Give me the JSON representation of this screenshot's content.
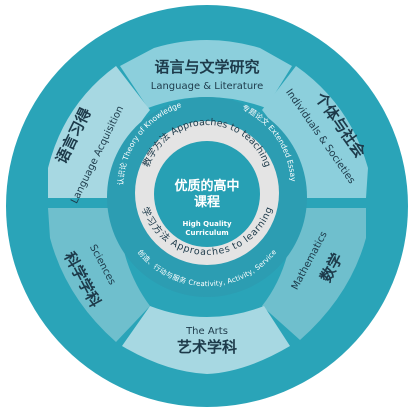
{
  "center": {
    "title_cn": "优质的高中课程",
    "title_en": "High Quality Curriculum"
  },
  "middle_ring": {
    "approaches_to_teaching": "教学方法 Approaches to teaching",
    "approaches_to_learning": "学习方法 Approaches to learning"
  },
  "core_ring": {
    "theory_of_knowledge": "认识论 Theory of Knowledge",
    "extended_essay": "专题论文 Extended Essay",
    "cas": "创造、行动与服务 Creativity, Activity, Service"
  },
  "subjects": [
    {
      "key": "language_literature",
      "cn": "语言与文学研究",
      "en": "Language & Literature"
    },
    {
      "key": "individuals_societies",
      "cn": "个体与社会",
      "en": "Individuals & Societies"
    },
    {
      "key": "mathematics",
      "cn": "数学",
      "en": "Mathematics"
    },
    {
      "key": "the_arts",
      "cn": "艺术学科",
      "en": "The Arts"
    },
    {
      "key": "sciences",
      "cn": "科学学科",
      "en": "Sciences"
    },
    {
      "key": "language_acquisition",
      "cn": "语言习得",
      "en": "Language Acquisition"
    }
  ],
  "colors": {
    "outer_ring": "#2aa4b8",
    "subject_light": "#a7d8e2",
    "subject_mid": "#7fc8d6",
    "core_ring": "#2c9db2",
    "middle_ring": "#e4e4e4",
    "center": "#27a0b4",
    "dark_text": "#1d3a4a",
    "white": "#ffffff"
  }
}
